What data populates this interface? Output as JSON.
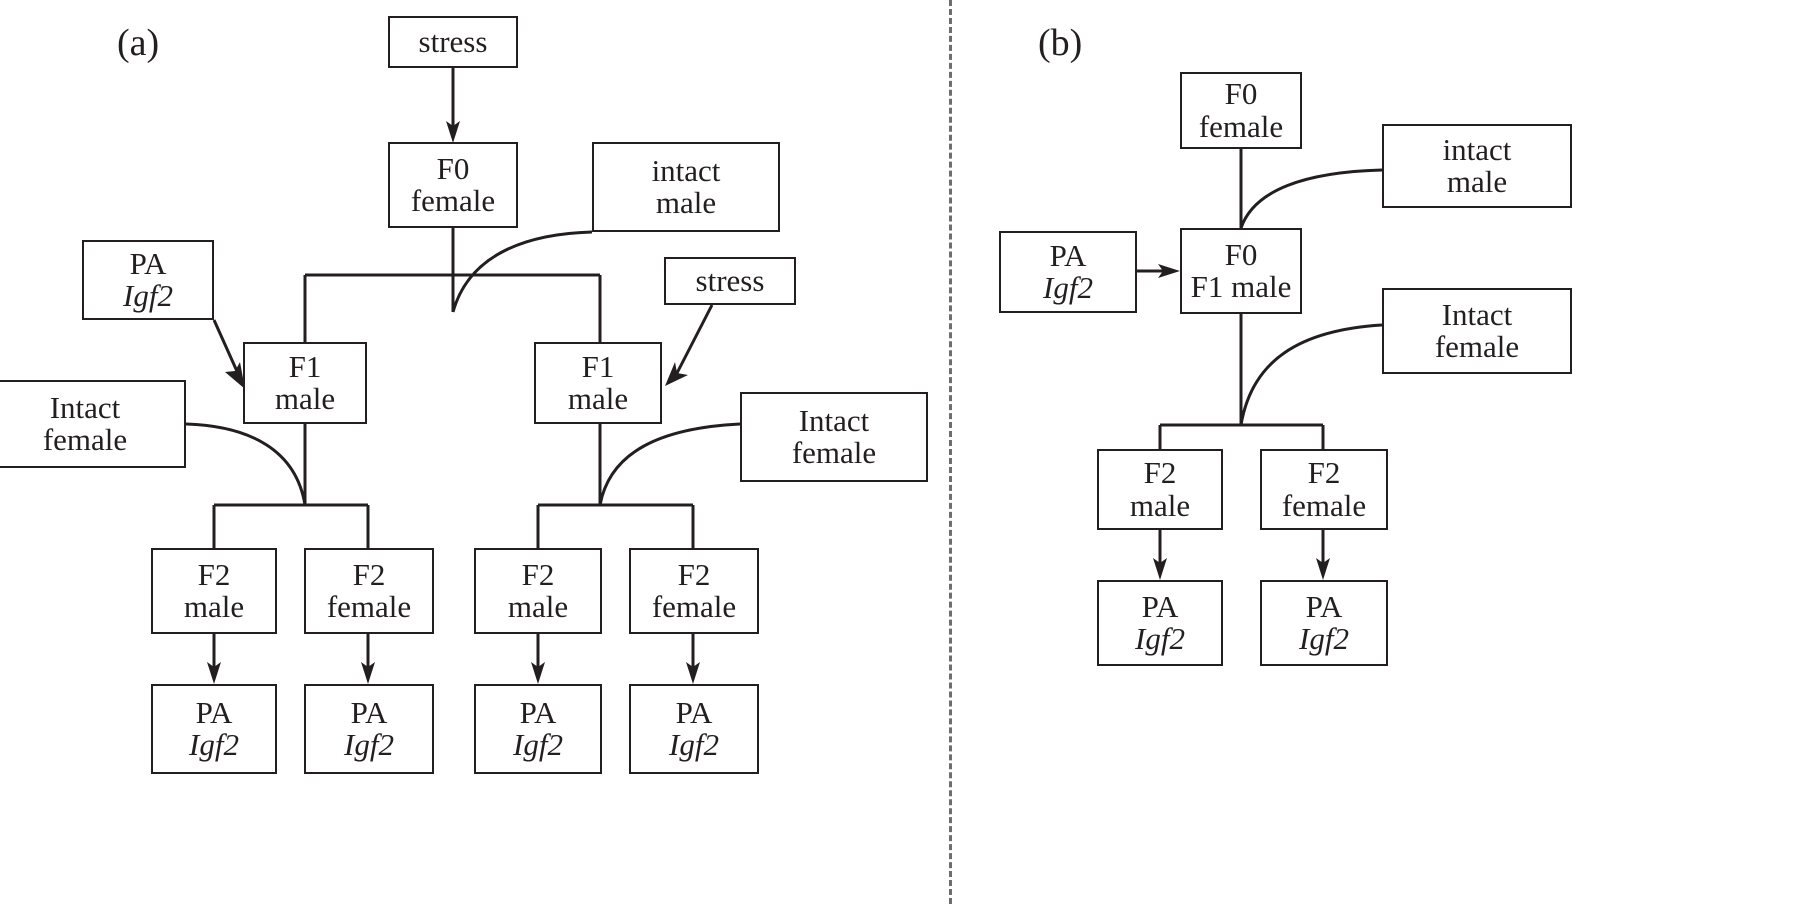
{
  "figure": {
    "type": "breeding-scheme-pedigree",
    "panels": [
      {
        "id": "a",
        "label": "(a)",
        "description": "Multigenerational stress and PA Igf2 breeding scheme with two F1 male lineages",
        "nodes": [
          {
            "key": "a_stress_top",
            "line1": "stress",
            "line2": ""
          },
          {
            "key": "a_f0_female",
            "line1": "F0",
            "line2": "female"
          },
          {
            "key": "a_intact_male",
            "line1": "intact",
            "line2": "male"
          },
          {
            "key": "a_pa_igf2",
            "line1": "PA",
            "line2": "Igf2"
          },
          {
            "key": "a_stress_right",
            "line1": "stress",
            "line2": ""
          },
          {
            "key": "a_f1_male_left",
            "line1": "F1",
            "line2": "male"
          },
          {
            "key": "a_f1_male_right",
            "line1": "F1",
            "line2": "male"
          },
          {
            "key": "a_intact_female_left",
            "line1": "Intact",
            "line2": "female"
          },
          {
            "key": "a_intact_female_right",
            "line1": "Intact",
            "line2": "female"
          },
          {
            "key": "a_f2_male_1",
            "line1": "F2",
            "line2": "male"
          },
          {
            "key": "a_f2_female_1",
            "line1": "F2",
            "line2": "female"
          },
          {
            "key": "a_f2_male_2",
            "line1": "F2",
            "line2": "male"
          },
          {
            "key": "a_f2_female_2",
            "line1": "F2",
            "line2": "female"
          },
          {
            "key": "a_pa_igf2_1",
            "line1": "PA",
            "line2": "Igf2"
          },
          {
            "key": "a_pa_igf2_2",
            "line1": "PA",
            "line2": "Igf2"
          },
          {
            "key": "a_pa_igf2_3",
            "line1": "PA",
            "line2": "Igf2"
          },
          {
            "key": "a_pa_igf2_4",
            "line1": "PA",
            "line2": "Igf2"
          }
        ]
      },
      {
        "id": "b",
        "label": "(b)",
        "description": "Single lineage F0 female x intact male producing F0/F1 male treated with PA Igf2",
        "nodes": [
          {
            "key": "b_f0_female",
            "line1": "F0",
            "line2": "female"
          },
          {
            "key": "b_intact_male",
            "line1": "intact",
            "line2": "male"
          },
          {
            "key": "b_pa_igf2",
            "line1": "PA",
            "line2": "Igf2"
          },
          {
            "key": "b_f0_f1_male",
            "line1": "F0",
            "line2": "F1 male"
          },
          {
            "key": "b_intact_female",
            "line1": "Intact",
            "line2": "female"
          },
          {
            "key": "b_f2_male",
            "line1": "F2",
            "line2": "male"
          },
          {
            "key": "b_f2_female",
            "line1": "F2",
            "line2": "female"
          },
          {
            "key": "b_pa_igf2_male",
            "line1": "PA",
            "line2": "Igf2"
          },
          {
            "key": "b_pa_igf2_female",
            "line1": "PA",
            "line2": "Igf2"
          }
        ]
      }
    ],
    "colors": {
      "stroke": "#231f20",
      "background": "#ffffff",
      "divider": "#6e6e6e"
    }
  }
}
